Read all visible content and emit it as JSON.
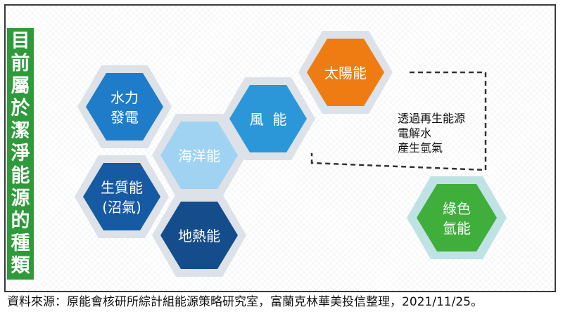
{
  "side_title": "目前屬於潔淨能源的種類",
  "colors": {
    "title_bar": "#2e9a3a",
    "hex_border": "#dce2e7",
    "hydro": "#1f7cc8",
    "ocean": "#9fd3f1",
    "wind": "#2b97d8",
    "solar": "#ef7c12",
    "biomass": "#155aa3",
    "geothermal": "#154c8c",
    "green_hydrogen": "#3fae3b",
    "green_hydrogen_border": "#bfe2e5"
  },
  "hexagons": {
    "hydro": [
      "水力",
      "發電"
    ],
    "ocean": [
      "海洋能"
    ],
    "wind": [
      "風  能"
    ],
    "solar": [
      "太陽能"
    ],
    "biomass": [
      "生質能",
      "(沼氣)"
    ],
    "geothermal": [
      "地熱能"
    ],
    "green_hydrogen": [
      "綠色",
      "氫能"
    ]
  },
  "note": [
    "透過再生能源",
    "電解水",
    "產生氫氣"
  ],
  "source": "資料來源：原能會核研所綜計組能源策略研究室，富蘭克林華美投信整理，2021/11/25。"
}
